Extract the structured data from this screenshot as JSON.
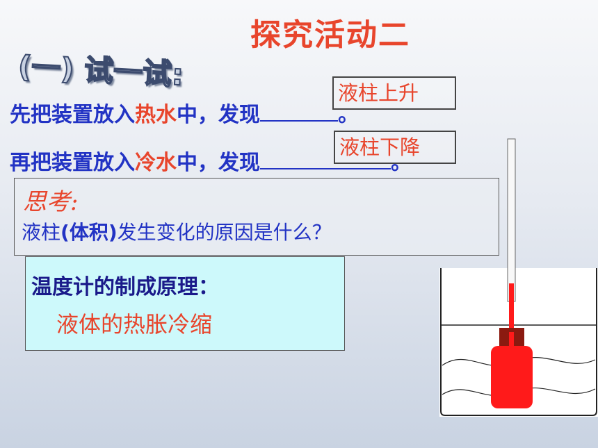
{
  "title": "探究活动二",
  "heading": "(一) 试一试:",
  "line1": {
    "part1": "先把装置放入",
    "hot": "热水",
    "part2": "中，发现",
    "end": "。",
    "answer": "液柱上升"
  },
  "line2": {
    "part1": "再把装置放入",
    "hot": "冷水",
    "part2": "中，发现",
    "end": "。",
    "answer": "液柱下降"
  },
  "think": {
    "title": "思考:",
    "q1": "液柱",
    "q2": "(体积)",
    "q3": "发生变化的原因是什么？"
  },
  "principle": {
    "title": "温度计的制成原理：",
    "body": "液体的热胀冷缩"
  },
  "colors": {
    "accent_red": "#e8452c",
    "text_blue": "#2233c4",
    "box_cyan": "#cdf9fb",
    "liquid_red": "#ff1a1a",
    "stopper": "#8b1a10"
  }
}
